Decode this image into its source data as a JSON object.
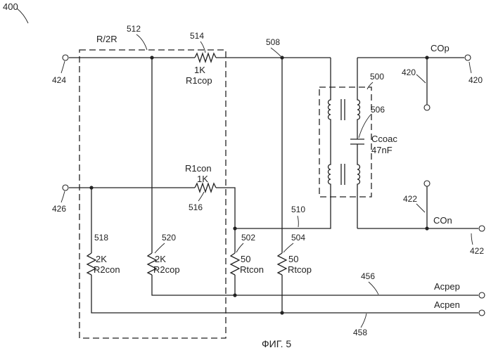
{
  "figure": {
    "number_label": "400",
    "caption": "ФИГ. 5"
  },
  "network": {
    "ref": "512",
    "name": "R/2R"
  },
  "terminals": {
    "in_top": "424",
    "in_bottom": "426",
    "out_top": "420",
    "out_bottom": "422",
    "out_top_name": "COp",
    "out_bottom_name": "COn",
    "tap_top": "420",
    "tap_bottom": "422",
    "acpep_ref": "456",
    "acpen_ref": "458",
    "acpep_name": "Acpep",
    "acpen_name": "Acpen"
  },
  "nodes": {
    "top_rail": "508",
    "mid_rail": "510"
  },
  "resistors": {
    "r1cop": {
      "ref": "514",
      "value": "1K",
      "name": "R1cop"
    },
    "r1con": {
      "ref": "516",
      "value": "1K",
      "name": "R1con"
    },
    "r2con": {
      "ref": "518",
      "value": "2K",
      "name": "R2con"
    },
    "r2cop": {
      "ref": "520",
      "value": "2K",
      "name": "R2cop"
    },
    "rtcon": {
      "ref": "502",
      "value": "50",
      "name": "Rtcon"
    },
    "rtcop": {
      "ref": "504",
      "value": "50",
      "name": "Rtcop"
    }
  },
  "transformer": {
    "ref": "500",
    "cap_ref": "506",
    "cap_name": "Ccoac",
    "cap_value": "47nF"
  }
}
